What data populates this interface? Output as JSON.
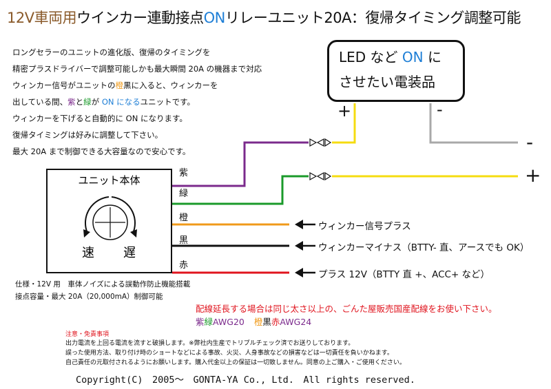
{
  "title": {
    "part1": "12V車両用",
    "part2": "ウインカー連動接点",
    "part3": "ON",
    "part4": "リレーユニット20A：復帰タイミング調整可能"
  },
  "description": [
    "ロングセラーのユニットの進化版、復帰のタイミングを",
    "精密プラスドライバーで調整可能しかも最大瞬間 20A の機器まで対応",
    [
      "ウィンカー信号がユニットの",
      "橙",
      "黒に入ると、ウィンカーを"
    ],
    [
      "出している間、",
      "紫",
      "と",
      "緑",
      "が ",
      "ON になる",
      "ユニットです。"
    ],
    "ウィンカーを下げると自動的に ON になります。",
    "復帰タイミングは好みに調整して下さい。",
    "最大 20A まで制御できる大容量なので安心です。"
  ],
  "target_device": {
    "line1_a": "LED など ",
    "line1_b": "ON",
    "line1_c": " に",
    "line2": "させたい電装品"
  },
  "unit": {
    "title": "ユニット本体",
    "speed_fast": "速",
    "speed_slow": "遅"
  },
  "wires": [
    {
      "label": "紫",
      "color": "#7b2a8c"
    },
    {
      "label": "緑",
      "color": "#1a9a2a"
    },
    {
      "label": "橙",
      "color": "#f09a1a"
    },
    {
      "label": "黒",
      "color": "#111111"
    },
    {
      "label": "赤",
      "color": "#e0141e"
    }
  ],
  "signs": {
    "plus": "+",
    "minus": "-"
  },
  "connections": {
    "orange": "ウィンカー信号プラス",
    "black": "ウィンカーマイナス（BTTY- 直、アースでも OK）",
    "red": "プラス 12V（BTTY 直 +、ACC+ など）"
  },
  "specs": [
    "仕様・12V 用　車体ノイズによる誤動作防止機能搭載",
    "接点容量・最大 20A（20,000mA）制御可能"
  ],
  "wiring_note": "配線延長する場合は同じ太さ以上の、ごんた屋販売国産配線をお使い下さい。",
  "awg": {
    "purple": "紫",
    "green": "緑",
    "awg20": "AWG20",
    "orange": "橙",
    "black": "黒",
    "red": "赤",
    "awg24": "AWG24"
  },
  "disclaimer": {
    "heading": "注意・免責事項",
    "lines": [
      "出力電流を上回る電流を流すと破損します。※弊社内生産でトリプルチェック済でお送りしております。",
      "誤った使用方法、取り付け時のショートなどによる事故、火災、人身事故などの損害などは一切責任を負いかねます。",
      "自己責任の元取付されるようにお願いします。購入代金以上の保証は一切致しません。同意の上ご購入・ご使用ください。"
    ]
  },
  "copyright": "Copyright(C)　2005～　GONTA-YA Co., Ltd.　All rights reserved.",
  "colors": {
    "brown": "#8a5a2a",
    "blue": "#1f7fd6",
    "yellow": "#f5dc10",
    "gray": "#a8a8a8",
    "red": "#e0141e",
    "orange": "#f09a1a",
    "purple": "#7b2a8c",
    "green": "#1a9a2a"
  }
}
